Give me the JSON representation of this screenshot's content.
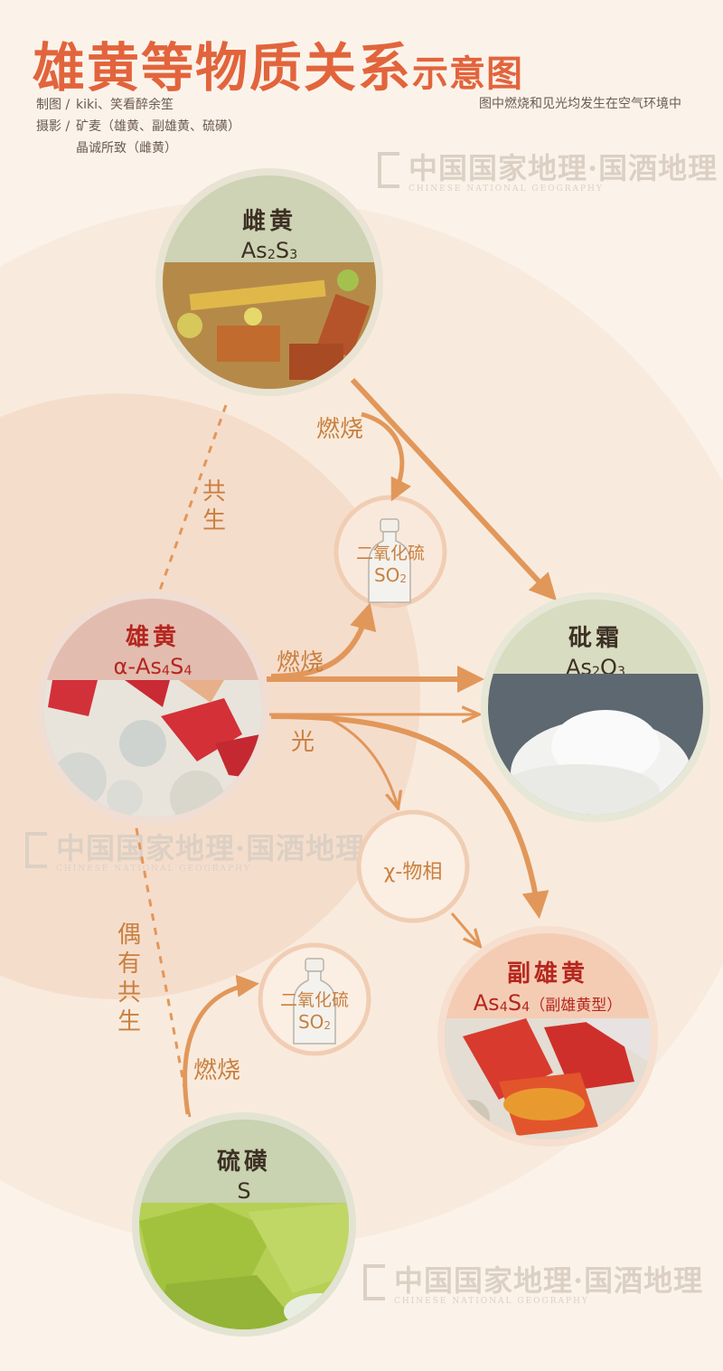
{
  "title": {
    "main": "雄黄等物质关系",
    "sub": "示意图"
  },
  "credits": {
    "map_label": "制图 /",
    "map_value": "kiki、笑看醉余笙",
    "photo_label": "摄影 /",
    "photo_value_1": "矿麦（雄黄、副雄黄、硫磺）",
    "photo_value_2": "晶诚所致（雌黄）"
  },
  "note": "图中燃烧和见光均发生在空气环境中",
  "watermark": {
    "cn": "中国国家地理",
    "sep": "·",
    "brand": "国酒地理",
    "en": "CHINESE NATIONAL GEOGRAPHY"
  },
  "nodes": {
    "orpiment": {
      "name": "雌黄",
      "formula_a": "As",
      "formula_b": "2",
      "formula_c": "S",
      "formula_d": "3"
    },
    "realgar": {
      "name": "雄黄",
      "formula_a": "α-As",
      "formula_b": "4",
      "formula_c": "S",
      "formula_d": "4"
    },
    "arsenic_trioxide": {
      "name": "砒霜",
      "formula_a": "As",
      "formula_b": "2",
      "formula_c": "O",
      "formula_d": "3"
    },
    "pararealgar": {
      "name": "副雄黄",
      "formula_a": "As",
      "formula_b": "4",
      "formula_c": "S",
      "formula_d": "4",
      "suffix": "（副雄黄型）"
    },
    "sulfur": {
      "name": "硫磺",
      "formula": "S"
    }
  },
  "so2_top": {
    "name": "二氧化硫",
    "formula_a": "SO",
    "formula_b": "2"
  },
  "so2_bottom": {
    "name": "二氧化硫",
    "formula_a": "SO",
    "formula_b": "2"
  },
  "chi_phase": "χ-物相",
  "labels": {
    "burn_1": "燃烧",
    "burn_2": "燃烧",
    "burn_3": "燃烧",
    "light": "光",
    "coexist": "共生",
    "occasional_coexist": "偶有共生"
  },
  "colors": {
    "title": "#e2643c",
    "arrow": "#e2975a",
    "label": "#c9803f",
    "bg": "#fbf3ea",
    "halo_outer": "#f6e3d3",
    "halo_inner": "#f3dcc8",
    "orpiment_head": "#cdd3b4",
    "realgar_head": "#e3bcb0",
    "arsenic_head": "#d8dcc0",
    "pararealgar_head": "#f4ccb4",
    "sulfur_head": "#c9d2b1"
  }
}
